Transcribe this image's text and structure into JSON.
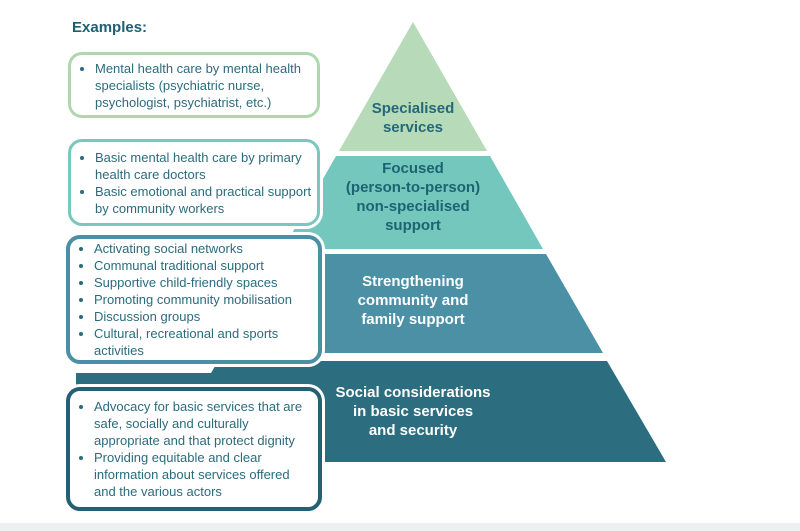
{
  "page": {
    "background_color": "#ffffff",
    "footer_strip_color": "#edeff1"
  },
  "examples": {
    "heading": "Examples:",
    "heading_color": "#1e6073",
    "text_color": "#2b6b7d",
    "boxes": [
      {
        "level": "specialised-services",
        "border_color": "#aed7b0",
        "items": [
          "Mental health care by mental health specialists (psychiatric nurse, psychologist, psychiatrist, etc.)"
        ]
      },
      {
        "level": "focused-non-specialised-support",
        "border_color": "#79c8bf",
        "items": [
          "Basic mental health care by primary health care doctors",
          "Basic emotional and practical support by community workers"
        ]
      },
      {
        "level": "community-and-family-support",
        "border_color": "#4b8fa4",
        "items": [
          "Activating social networks",
          "Communal traditional support",
          "Supportive child-friendly spaces",
          "Promoting community mobilisation",
          "Discussion groups",
          "Cultural, recreational and sports activities"
        ]
      },
      {
        "level": "basic-services-and-security",
        "border_color": "#255f72",
        "items": [
          "Advocacy for basic services that are safe, socially and culturally appropriate and that protect dignity",
          "Providing equitable and clear information about services offered and the various actors"
        ]
      }
    ]
  },
  "pyramid": {
    "levels": [
      {
        "label": "Specialised\nservices",
        "fill_color": "#b7dab8",
        "text_color": "#23697a"
      },
      {
        "label": "Focused\n(person-to-person)\nnon-specialised\nsupport",
        "fill_color": "#74c7bd",
        "text_color": "#1d6472"
      },
      {
        "label": "Strengthening\ncommunity and\nfamily support",
        "fill_color": "#4b90a5",
        "text_color": "#ffffff"
      },
      {
        "label": "Social considerations\nin basic services\nand security",
        "fill_color": "#2c6d80",
        "text_color": "#ffffff"
      }
    ]
  }
}
